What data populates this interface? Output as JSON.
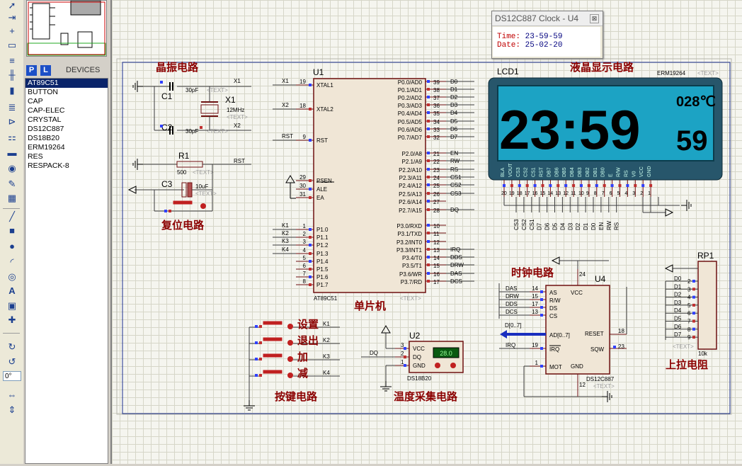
{
  "toolbar": {
    "angle": "0°"
  },
  "devices": {
    "p_button": "P",
    "l_button": "L",
    "header": "DEVICES",
    "items": [
      "AT89C51",
      "BUTTON",
      "CAP",
      "CAP-ELEC",
      "CRYSTAL",
      "DS12C887",
      "DS18B20",
      "ERM19264",
      "RES",
      "RESPACK-8"
    ],
    "selected": "AT89C51"
  },
  "clock_window": {
    "title": "DS12C887 Clock - U4",
    "close": "⊠",
    "time_label": "Time:",
    "time_value": "23-59-59",
    "date_label": "Date:",
    "date_value": "25-02-20"
  },
  "sections": {
    "osc": "晶振电路",
    "reset": "复位电路",
    "mcu": "单片机",
    "lcd": "液晶显示电路",
    "clock": "时钟电路",
    "keys": "按键电路",
    "temp": "温度采集电路",
    "pullup": "上拉电阻"
  },
  "keys": {
    "k1": "设置",
    "k2": "退出",
    "k3": "加",
    "k4": "减"
  },
  "mcu": {
    "ref": "U1",
    "part": "AT89C51",
    "text": "<TEXT>",
    "left_pins": [
      {
        "num": "19",
        "name": "XTAL1",
        "net": "X1"
      },
      {
        "num": "18",
        "name": "XTAL2",
        "net": "X2"
      },
      {
        "num": "9",
        "name": "RST",
        "net": "RST"
      },
      {
        "num": "29",
        "name": "PSEN",
        "net": ""
      },
      {
        "num": "30",
        "name": "ALE",
        "net": ""
      },
      {
        "num": "31",
        "name": "EA",
        "net": ""
      },
      {
        "num": "1",
        "name": "P1.0",
        "net": "K1"
      },
      {
        "num": "2",
        "name": "P1.1",
        "net": "K2"
      },
      {
        "num": "3",
        "name": "P1.2",
        "net": "K3"
      },
      {
        "num": "4",
        "name": "P1.3",
        "net": "K4"
      },
      {
        "num": "5",
        "name": "P1.4",
        "net": ""
      },
      {
        "num": "6",
        "name": "P1.5",
        "net": ""
      },
      {
        "num": "7",
        "name": "P1.6",
        "net": ""
      },
      {
        "num": "8",
        "name": "P1.7",
        "net": ""
      }
    ],
    "right_pins": [
      {
        "num": "39",
        "name": "P0.0/AD0",
        "net": "D0"
      },
      {
        "num": "38",
        "name": "P0.1/AD1",
        "net": "D1"
      },
      {
        "num": "37",
        "name": "P0.2/AD2",
        "net": "D2"
      },
      {
        "num": "36",
        "name": "P0.3/AD3",
        "net": "D3"
      },
      {
        "num": "35",
        "name": "P0.4/AD4",
        "net": "D4"
      },
      {
        "num": "34",
        "name": "P0.5/AD5",
        "net": "D5"
      },
      {
        "num": "33",
        "name": "P0.6/AD6",
        "net": "D6"
      },
      {
        "num": "32",
        "name": "P0.7/AD7",
        "net": "D7"
      },
      {
        "num": "21",
        "name": "P2.0/A8",
        "net": "EN"
      },
      {
        "num": "22",
        "name": "P2.1/A9",
        "net": "RW"
      },
      {
        "num": "23",
        "name": "P2.2/A10",
        "net": "RS"
      },
      {
        "num": "24",
        "name": "P2.3/A11",
        "net": "CS1"
      },
      {
        "num": "25",
        "name": "P2.4/A12",
        "net": "CS2"
      },
      {
        "num": "26",
        "name": "P2.5/A13",
        "net": "CS3"
      },
      {
        "num": "27",
        "name": "P2.6/A14",
        "net": ""
      },
      {
        "num": "28",
        "name": "P2.7/A15",
        "net": "DQ"
      },
      {
        "num": "10",
        "name": "P3.0/RXD",
        "net": ""
      },
      {
        "num": "11",
        "name": "P3.1/TXD",
        "net": ""
      },
      {
        "num": "12",
        "name": "P3.2/INT0",
        "net": ""
      },
      {
        "num": "13",
        "name": "P3.3/INT1",
        "net": "IRQ"
      },
      {
        "num": "14",
        "name": "P3.4/T0",
        "net": "DDS"
      },
      {
        "num": "15",
        "name": "P3.5/T1",
        "net": "DRW"
      },
      {
        "num": "16",
        "name": "P3.6/WR",
        "net": "DAS"
      },
      {
        "num": "17",
        "name": "P3.7/RD",
        "net": "DCS"
      }
    ]
  },
  "osc": {
    "c1": "C1",
    "c1_val": "30pF",
    "c2": "C2",
    "c2_val": "30pF",
    "x1": "X1",
    "x1_val": "12MHz",
    "text": "<TEXT>",
    "net_x1": "X1",
    "net_x2": "X2"
  },
  "reset": {
    "r1": "R1",
    "r1_val": "500",
    "c3": "C3",
    "c3_val": "10uF",
    "text": "<TEXT>",
    "net": "RST"
  },
  "lcd": {
    "ref": "LCD1",
    "part": "ERM19264",
    "text": "<TEXT>",
    "time": "23:59",
    "temp": "028℃",
    "seconds": "59",
    "pin_names": [
      "BLA",
      "VOUT",
      "CS3",
      "CS2",
      "CS1",
      "RST",
      "DB7",
      "DB6",
      "DB5",
      "DB4",
      "DB3",
      "DB2",
      "DB1",
      "DB0",
      "E",
      "R/W",
      "RS",
      "V0",
      "VCC",
      "GND"
    ],
    "pin_nums": [
      "20",
      "19",
      "18",
      "17",
      "16",
      "15",
      "14",
      "13",
      "12",
      "11",
      "10",
      "9",
      "8",
      "7",
      "6",
      "5",
      "4",
      "3",
      "2",
      "1"
    ],
    "nets": [
      "CS3",
      "CS2",
      "CS1",
      "D7",
      "D6",
      "D5",
      "D4",
      "D3",
      "D2",
      "D1",
      "D0",
      "EN",
      "RW",
      "RS"
    ]
  },
  "rtc": {
    "ref": "U4",
    "part": "DS12C887",
    "text": "<TEXT>",
    "bus": "D[0..7]",
    "pins_left": [
      {
        "net": "DAS",
        "num": "14",
        "name": "AS"
      },
      {
        "net": "DRW",
        "num": "15",
        "name": "R/W"
      },
      {
        "net": "DDS",
        "num": "17",
        "name": "DS"
      },
      {
        "net": "DCS",
        "num": "13",
        "name": "CS"
      },
      {
        "net": "",
        "num": "",
        "name": "AD[0..7]"
      },
      {
        "net": "IRQ",
        "num": "19",
        "name": "IRQ"
      },
      {
        "net": "",
        "num": "1",
        "name": "MOT"
      }
    ],
    "pins_right": [
      {
        "num": "24",
        "name": "VCC"
      },
      {
        "num": "18",
        "name": "RESET"
      },
      {
        "num": "23",
        "name": "SQW"
      },
      {
        "num": "12",
        "name": "GND"
      }
    ]
  },
  "sensor": {
    "ref": "U2",
    "part": "DS18B20",
    "display": "28.0",
    "net": "DQ",
    "pins": [
      {
        "num": "3",
        "name": "VCC"
      },
      {
        "num": "2",
        "name": "DQ"
      },
      {
        "num": "1",
        "name": "GND"
      }
    ]
  },
  "respack": {
    "ref": "RP1",
    "value": "10k",
    "text": "<TEXT>",
    "nets": [
      "D0",
      "D1",
      "D2",
      "D3",
      "D4",
      "D5",
      "D6",
      "D7"
    ],
    "pin_nums": [
      "2",
      "3",
      "4",
      "5",
      "6",
      "7",
      "8",
      "9"
    ]
  },
  "key_nets": [
    "K1",
    "K2",
    "K3",
    "K4"
  ]
}
